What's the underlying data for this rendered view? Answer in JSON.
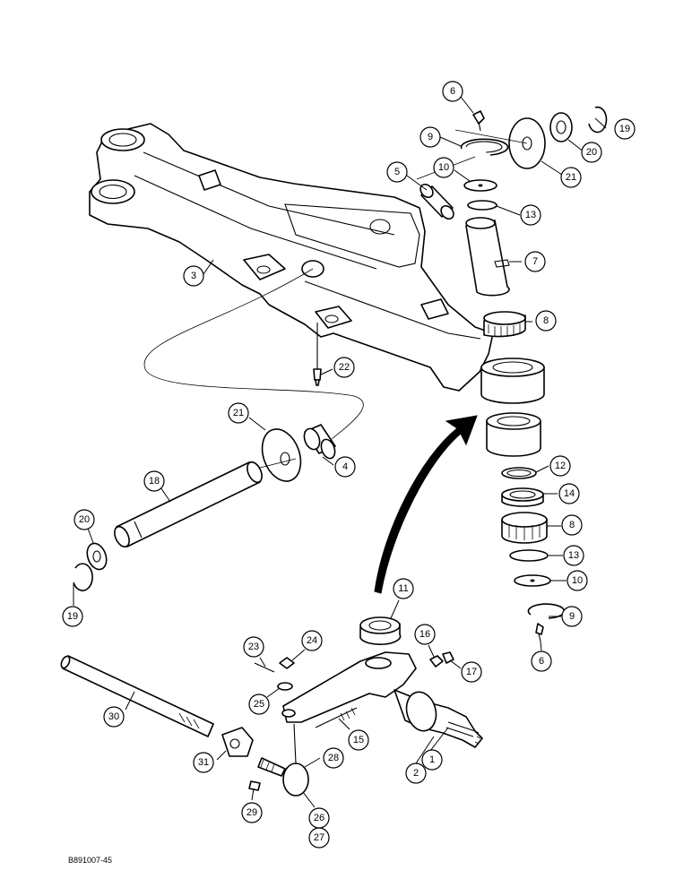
{
  "figure_ref": "B891007-45",
  "callouts": [
    {
      "part": "3"
    },
    {
      "part": "5"
    },
    {
      "part": "6"
    },
    {
      "part": "9"
    },
    {
      "part": "10"
    },
    {
      "part": "19"
    },
    {
      "part": "20"
    },
    {
      "part": "21"
    },
    {
      "part": "13"
    },
    {
      "part": "7"
    },
    {
      "part": "8"
    },
    {
      "part": "22"
    },
    {
      "part": "21"
    },
    {
      "part": "4"
    },
    {
      "part": "18"
    },
    {
      "part": "20"
    },
    {
      "part": "19"
    },
    {
      "part": "12"
    },
    {
      "part": "14"
    },
    {
      "part": "8"
    },
    {
      "part": "13"
    },
    {
      "part": "10"
    },
    {
      "part": "9"
    },
    {
      "part": "6"
    },
    {
      "part": "11"
    },
    {
      "part": "16"
    },
    {
      "part": "17"
    },
    {
      "part": "23"
    },
    {
      "part": "24"
    },
    {
      "part": "25"
    },
    {
      "part": "15"
    },
    {
      "part": "30"
    },
    {
      "part": "1"
    },
    {
      "part": "2"
    },
    {
      "part": "31"
    },
    {
      "part": "28"
    },
    {
      "part": "29"
    },
    {
      "part": "26"
    },
    {
      "part": "27"
    }
  ]
}
